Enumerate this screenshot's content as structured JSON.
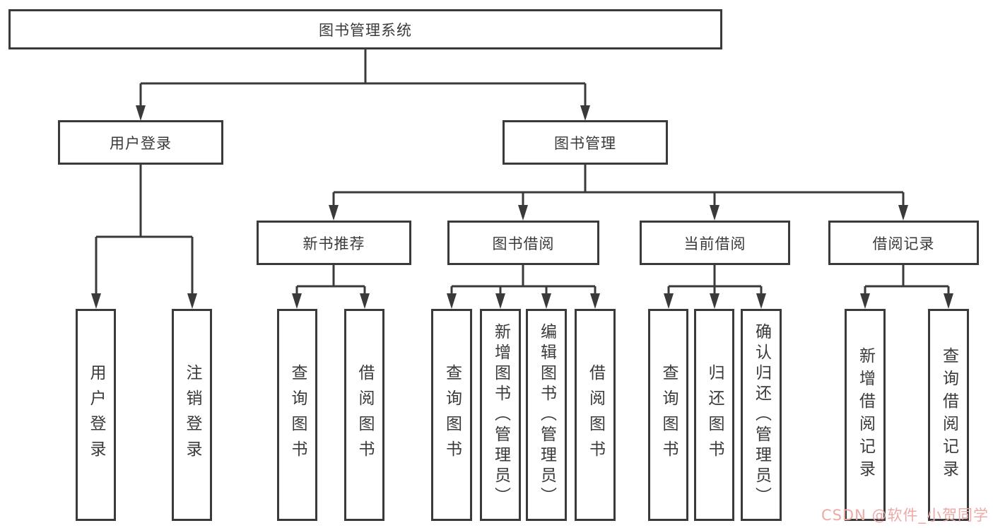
{
  "tree": {
    "label": "图书管理系统",
    "children": [
      {
        "label": "用户登录",
        "children": [
          {
            "label": "用户登录"
          },
          {
            "label": "注销登录"
          }
        ]
      },
      {
        "label": "图书管理",
        "children": [
          {
            "label": "新书推荐",
            "children": [
              {
                "label": "查询图书"
              },
              {
                "label": "借阅图书"
              }
            ]
          },
          {
            "label": "图书借阅",
            "children": [
              {
                "label": "查询图书"
              },
              {
                "label": "新增图书（管理员）"
              },
              {
                "label": "编辑图书（管理员）"
              },
              {
                "label": "借阅图书"
              }
            ]
          },
          {
            "label": "当前借阅",
            "children": [
              {
                "label": "查询图书"
              },
              {
                "label": "归还图书"
              },
              {
                "label": "确认归还（管理员）"
              }
            ]
          },
          {
            "label": "借阅记录",
            "children": [
              {
                "label": "新增借阅记录"
              },
              {
                "label": "查询借阅记录"
              }
            ]
          }
        ]
      }
    ]
  },
  "watermark": {
    "text": "CSDN @软件_小贺同学"
  },
  "colors": {
    "line": "#3a3a3a",
    "text": "#3a3a3a",
    "box_background": "#ffffff",
    "watermark": "#eda9a5",
    "background": "#ffffff"
  }
}
